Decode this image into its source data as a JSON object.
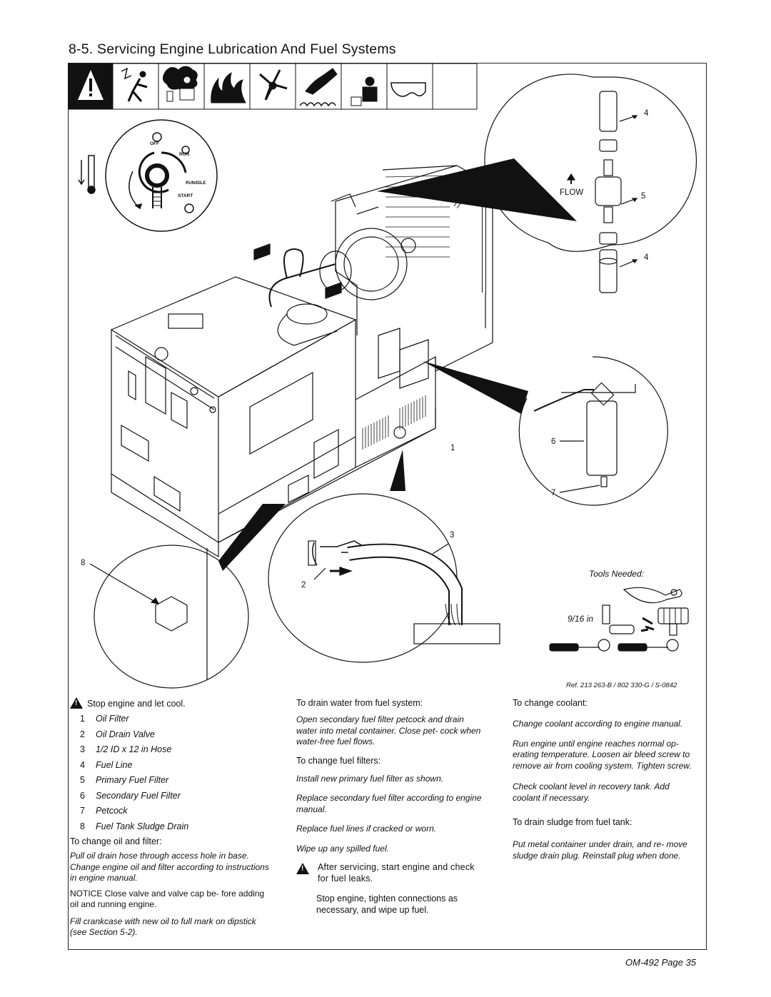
{
  "header": {
    "title": "8-5. Servicing Engine Lubrication And Fuel Systems"
  },
  "illustration": {
    "callouts": [
      "4",
      "5",
      "4",
      "1",
      "6",
      "7",
      "3",
      "2",
      "8"
    ],
    "flow_label": "FLOW",
    "switch_labels": {
      "off": "OFF",
      "run": "RUN",
      "run_idle": "RUN/IDLE",
      "start": "START"
    },
    "tools_needed": "Tools Needed:",
    "wrench_size": "9/16 in",
    "reference": "Ref. 213 263-B / 802 330-G / S-0842"
  },
  "column1": {
    "warning": "Stop engine and let cool.",
    "legend": [
      {
        "num": "1",
        "label": "Oil Filter"
      },
      {
        "num": "2",
        "label": "Oil Drain Valve"
      },
      {
        "num": "3",
        "label": "1/2 ID x 12 in Hose"
      },
      {
        "num": "4",
        "label": "Fuel Line"
      },
      {
        "num": "5",
        "label": "Primary Fuel Filter"
      },
      {
        "num": "6",
        "label": "Secondary Fuel Filter"
      },
      {
        "num": "7",
        "label": "Petcock"
      },
      {
        "num": "8",
        "label": "Fuel Tank Sludge Drain"
      }
    ],
    "oil_heading": "To change oil and filter:",
    "oil_text": "Pull oil drain hose through access hole in base. Change engine oil and filter according to instructions in engine manual.",
    "notice": "NOTICE   Close valve and valve cap be- fore adding oil and running engine.",
    "crankcase_text": "Fill crankcase with new oil to full mark on dipstick (see Section 5-2)."
  },
  "column2": {
    "water_heading": "To drain water from fuel system:",
    "water_text": "Open secondary fuel filter petcock and drain water into metal container. Close pet- cock when water-free fuel flows.",
    "filters_heading": "To change fuel filters:",
    "filters_text1": "Install new primary fuel filter as shown.",
    "filters_text2": "Replace secondary fuel filter according to engine manual.",
    "filters_text3": "Replace fuel lines if cracked or worn.",
    "filters_text4": "Wipe up any spilled fuel.",
    "after_warning": "After servicing, start engine and check for fuel leaks.",
    "stop_text": "Stop engine, tighten connections as necessary, and wipe up fuel."
  },
  "column3": {
    "coolant_heading": "To change coolant:",
    "coolant_text1": "Change coolant according to engine manual.",
    "coolant_text2": "Run engine until engine reaches normal op- erating temperature. Loosen air bleed screw to remove air from cooling system. Tighten screw.",
    "coolant_text3": "Check coolant level in recovery tank. Add coolant if necessary.",
    "sludge_heading": "To drain sludge from fuel tank:",
    "sludge_text": "Put metal container under drain, and re- move sludge drain plug. Reinstall plug when done."
  },
  "footer": {
    "page": "OM-492 Page 35"
  }
}
